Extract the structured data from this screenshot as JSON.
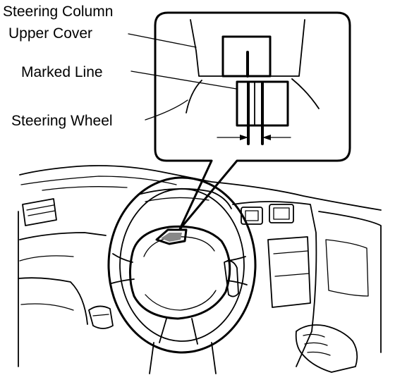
{
  "labels": {
    "steering_column_line1": "Steering Column",
    "steering_column_line2": "Upper Cover",
    "marked_line": "Marked Line",
    "steering_wheel": "Steering Wheel"
  }
}
